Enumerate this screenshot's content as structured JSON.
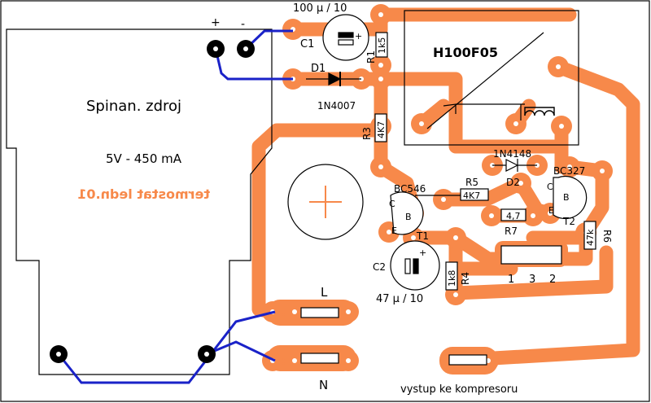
{
  "colors": {
    "track": "#f7894a",
    "pad_hole": "#ffffff",
    "wire": "#1a22c8",
    "outline": "#000000",
    "background": "#ffffff",
    "mirrored_text": "#f7894a"
  },
  "supply": {
    "title": "Spinan. zdroj",
    "rating": "5V - 450 mA",
    "plus": "+",
    "minus": "-"
  },
  "relay": {
    "name": "H100F05"
  },
  "mirrored_label": "termostat ledn.01",
  "components": {
    "c1_value": "100 µ / 10",
    "c1": "C1",
    "r1": "R1",
    "r1_value": "1k5",
    "d1": "D1",
    "d1_type": "1N4007",
    "r3": "R3",
    "r3_value": "4K7",
    "d2_type": "1N4148",
    "d2": "D2",
    "t2_type": "BC327",
    "t1_type": "BC546",
    "r5": "R5",
    "r5_value": "4K7",
    "r7_value": "4,7",
    "r7": "R7",
    "t2": "T2",
    "t1": "T1",
    "r6_value": "47k",
    "r6": "R6",
    "c2": "C2",
    "c2_value": "47 µ / 10",
    "r4_value": "1k8",
    "r4": "R4",
    "pin_c": "C",
    "pin_b": "B",
    "pin_e": "E",
    "cap_plus": "+"
  },
  "connector_pins": {
    "p1": "1",
    "p3": "3",
    "p2": "2"
  },
  "mains": {
    "live": "L",
    "neutral": "N"
  },
  "output_label": "vystup ke kompresoru"
}
